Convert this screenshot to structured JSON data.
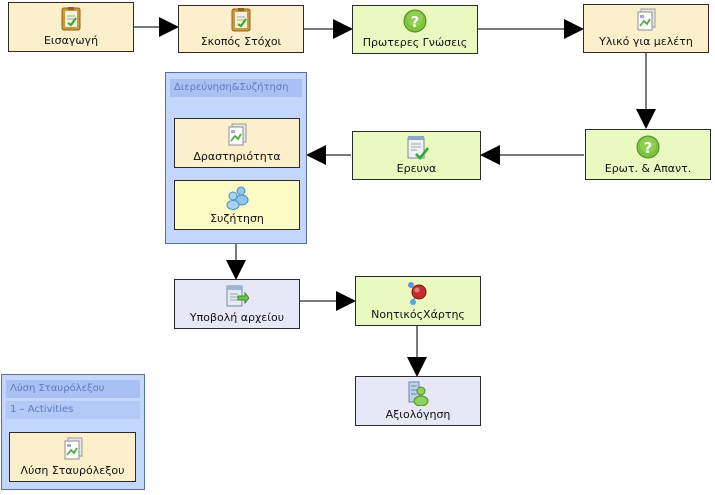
{
  "nodes": {
    "intro": "Εισαγωγή",
    "goals": "Σκοπός Στόχοι",
    "prior": "Πρωτερες Γνώσεις",
    "material": "Υλικό για μελέτη",
    "qa": "Ερωτ. & Απαντ.",
    "research": "Ερευνα",
    "activity": "Δραστηριότητα",
    "discussion": "Συζήτηση",
    "upload": "Υποβολή αρχείου",
    "mindmap": "ΝοητικόςΧάρτης",
    "assessment": "Αξιολόγηση",
    "crossword": "Λύση Σταυρόλεξου"
  },
  "groups": {
    "inquiry_title": "Διερεύνηση&Συζήτηση",
    "crossword_title": "Λύση Σταυρόλεξου",
    "crossword_sub": "1 – Activities"
  },
  "icons": {
    "intro": "notepad-icon",
    "goals": "notepad-icon",
    "prior": "question-icon",
    "material": "image-document-icon",
    "qa": "question-icon",
    "research": "checklist-icon",
    "activity": "image-document-icon",
    "discussion": "people-icon",
    "upload": "upload-file-icon",
    "mindmap": "molecule-icon",
    "assessment": "assessment-icon",
    "crossword": "image-document-icon"
  },
  "colors": {
    "cream": "#fcefcb",
    "green": "#e9f9c0",
    "yellow": "#fdfbc4",
    "lavender": "#e8e7f6",
    "group": "#c3d6fb",
    "arrow": "#777777"
  }
}
